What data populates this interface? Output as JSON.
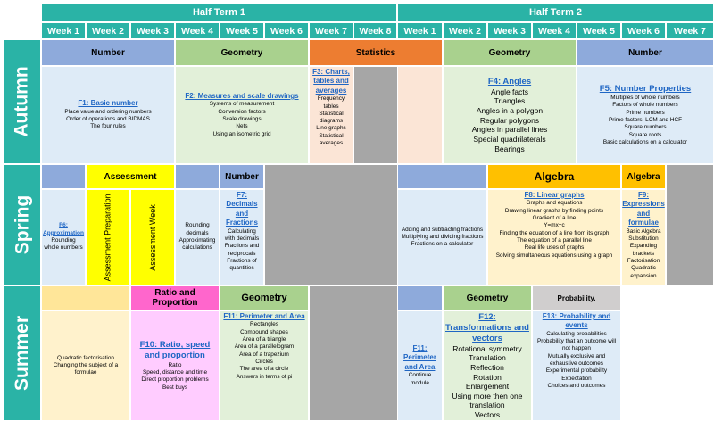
{
  "header": {
    "half_term_1": "Half Term 1",
    "half_term_2": "Half Term 2",
    "weeks": [
      "Week 1",
      "Week 2",
      "Week 3",
      "Week 4",
      "Week 5",
      "Week 6",
      "Week 7",
      "Week 8",
      "Week 1",
      "Week 2",
      "Week 3",
      "Week 4",
      "Week 5",
      "Week 6",
      "Week 7"
    ]
  },
  "seasons": {
    "autumn": "Autumn",
    "spring": "Spring",
    "summer": "Summer"
  },
  "autumn": {
    "topics": {
      "number1": "Number",
      "geometry1": "Geometry",
      "statistics": "Statistics",
      "geometry2": "Geometry",
      "number2": "Number"
    },
    "f1": {
      "title": "F1: Basic number",
      "lines": [
        "Place value and ordering numbers",
        "Order of operations and BIDMAS",
        "The four rules"
      ]
    },
    "f2": {
      "title": "F2: Measures and scale drawings",
      "lines": [
        "Systems of measurement",
        "Conversion factors",
        "Scale drawings",
        "Nets",
        "Using an isometric grid"
      ]
    },
    "f3": {
      "title": "F3: Charts, tables and averages",
      "lines": [
        "Frequency tables",
        "Statistical diagrams",
        "Line graphs",
        "Statistical averages"
      ]
    },
    "f4": {
      "title": "F4: Angles",
      "lines": [
        "Angle facts",
        "Triangles",
        "Angles in a polygon",
        "Regular polygons",
        "Angles in parallel lines",
        "Special quadrilaterals",
        "Bearings"
      ]
    },
    "f5": {
      "title": "F5: Number Properties",
      "lines": [
        "Multiples of whole numbers",
        "Factors of whole numbers",
        "Prime numbers",
        "Prime factors, LCM and HCF",
        "Square numbers",
        "Square roots",
        "Basic calculations on a calculator"
      ]
    }
  },
  "spring": {
    "topics": {
      "assessment": "Assessment",
      "number": "Number",
      "algebra1": "Algebra",
      "algebra2": "Algebra"
    },
    "f6": {
      "title": "F6: Approximation",
      "lines": [
        "Rounding whole numbers"
      ]
    },
    "assessment_prep": "Assessment Preparation",
    "assessment_week": "Assessment Week",
    "rounding": [
      "Rounding decimals",
      "Approximating calculations"
    ],
    "f7": {
      "title": "F7: Decimals and Fractions",
      "lines": [
        "Calculating with decimals",
        "Fractions and reciprocals",
        "Fractions of quantities"
      ]
    },
    "fractions": [
      "Adding and subtracting fractions",
      "Multiplying and dividing fractions",
      "Fractions on a calculator"
    ],
    "f8": {
      "title": "F8: Linear graphs",
      "lines": [
        "Graphs and equations",
        "Drawing linear graphs by finding points",
        "Gradient of a line",
        "Y=mx+c",
        "Finding the equation of a line from its graph",
        "The equation of a parallel line",
        "Real life uses of graphs",
        "Solving simultaneous equations using a graph"
      ]
    },
    "f9": {
      "title": "F9: Expressions and formulae",
      "lines": [
        "Basic Algebra",
        "Substitution",
        "Expanding brackets",
        "Factorisation",
        "Quadratic expansion"
      ]
    }
  },
  "summer": {
    "topics": {
      "ratio": "Ratio and Proportion",
      "geometry1": "Geometry",
      "geometry2": "Geometry",
      "probability": "Probability."
    },
    "quadratic": [
      "Quadratic factorisation",
      "Changing the subject of a formulae"
    ],
    "f10": {
      "title": "F10: Ratio, speed and proportion",
      "lines": [
        "Ratio",
        "Speed, distance and time",
        "Direct proportion problems",
        "Best buys"
      ]
    },
    "f11": {
      "title": "F11: Perimeter and Area",
      "lines": [
        "Rectangles",
        "Compound shapes",
        "Area of a triangle",
        "Area of a parallelogram",
        "Area of a trapezium",
        "Circles",
        "The area of a circle",
        "Answers in terms of pi"
      ]
    },
    "f11b": {
      "title": "F11: Perimeter and Area",
      "lines": [
        "Continue module"
      ]
    },
    "f12": {
      "title": "F12: Transformations and vectors",
      "lines": [
        "Rotational symmetry",
        "Translation",
        "Reflection",
        "Rotation",
        "Enlargement",
        "Using more then one translation",
        "Vectors"
      ]
    },
    "f13": {
      "title": "F13: Probability and events",
      "lines": [
        "Calculating probabilities",
        "Probability that an outcome will not happen",
        "Mutually exclusive and exhaustive outcomes",
        "Experimental probability",
        "Expectation",
        "Choices and outcomes"
      ]
    }
  }
}
